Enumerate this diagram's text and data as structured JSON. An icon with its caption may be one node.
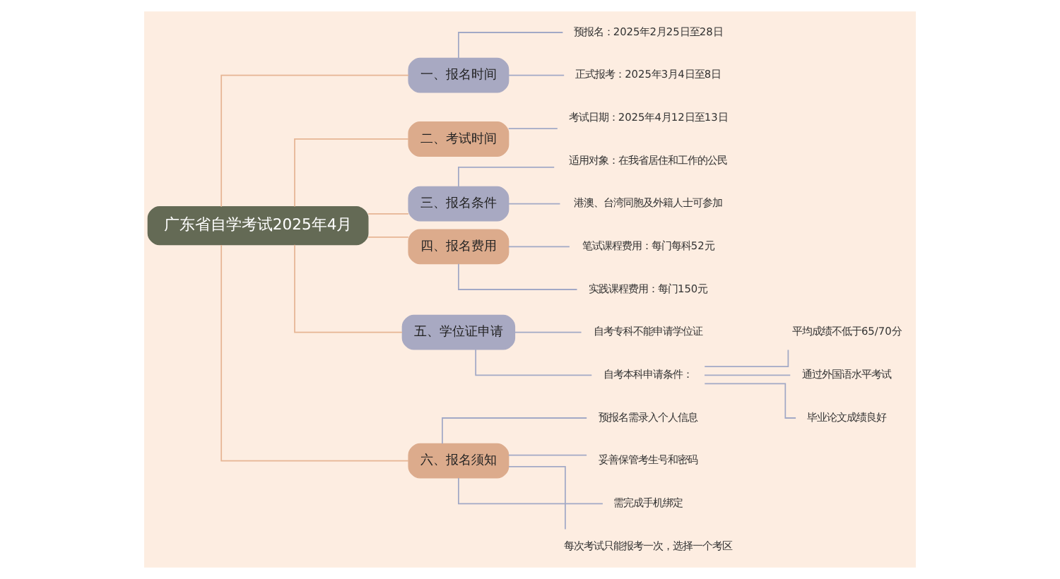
{
  "diagram": {
    "nodes": [
      {
        "text": [
          "广东省自学考试2025年4月"
        ]
      },
      {
        "text": [
          "一、报名时间"
        ]
      },
      {
        "text": [
          "预报名：2025年2月25日至28日"
        ]
      },
      {
        "text": [
          "正式报考：2025年3月4日至8日"
        ]
      },
      {
        "text": [
          "二、考试时间"
        ]
      },
      {
        "text": [
          "考试日期：2025年4月12日至13日"
        ]
      },
      {
        "text": [
          "三、报名条件"
        ]
      },
      {
        "text": [
          "适用对象：在我省居住和工作的公民"
        ]
      },
      {
        "text": [
          "港澳、台湾同胞及外籍人士可参加"
        ]
      },
      {
        "text": [
          "四、报名费用"
        ]
      },
      {
        "text": [
          "笔试课程费用：每门每科52元"
        ]
      },
      {
        "text": [
          "实践课程费用：每门150元"
        ]
      },
      {
        "text": [
          "五、学位证申请"
        ]
      },
      {
        "text": [
          "自考专科不能申请学位证"
        ]
      },
      {
        "text": [
          "自考本科申请条件："
        ]
      },
      {
        "text": [
          "平均成绩不低于65/70分"
        ]
      },
      {
        "text": [
          "通过外国语水平考试"
        ]
      },
      {
        "text": [
          "毕业论文成绩良好"
        ]
      },
      {
        "text": [
          "六、报名须知"
        ]
      },
      {
        "text": [
          "预报名需录入个人信息"
        ]
      },
      {
        "text": [
          "妥善保管考生号和密码"
        ]
      },
      {
        "text": [
          "需完成手机绑定"
        ]
      },
      {
        "text": [
          "每次考试只能报考一次，选择一个考区"
        ]
      }
    ],
    "edges": [
      {
        "from": 0,
        "to": 1,
        "arrow": "none",
        "color": "#e6b594"
      },
      {
        "from": 1,
        "to": 2,
        "arrow": "none"
      },
      {
        "from": 1,
        "to": 3,
        "arrow": "none"
      },
      {
        "from": 0,
        "to": 4,
        "arrow": "none",
        "color": "#e6b594"
      },
      {
        "from": 4,
        "to": 5,
        "arrow": "none"
      },
      {
        "from": 0,
        "to": 6,
        "arrow": "none",
        "color": "#e6b594"
      },
      {
        "from": 6,
        "to": 7,
        "arrow": "none"
      },
      {
        "from": 6,
        "to": 8,
        "arrow": "none"
      },
      {
        "from": 0,
        "to": 9,
        "arrow": "none",
        "color": "#e6b594"
      },
      {
        "from": 9,
        "to": 10,
        "arrow": "none"
      },
      {
        "from": 9,
        "to": 11,
        "arrow": "none"
      },
      {
        "from": 0,
        "to": 12,
        "arrow": "none",
        "color": "#e6b594"
      },
      {
        "from": 12,
        "to": 13,
        "arrow": "none"
      },
      {
        "from": 12,
        "to": 14,
        "arrow": "none"
      },
      {
        "from": 14,
        "to": 15,
        "arrow": "none"
      },
      {
        "from": 14,
        "to": 16,
        "arrow": "none"
      },
      {
        "from": 14,
        "to": 17,
        "arrow": "none"
      },
      {
        "from": 0,
        "to": 18,
        "arrow": "none",
        "color": "#e6b594"
      },
      {
        "from": 18,
        "to": 19,
        "arrow": "none"
      },
      {
        "from": 18,
        "to": 20,
        "arrow": "none"
      },
      {
        "from": 18,
        "to": 21,
        "arrow": "none"
      },
      {
        "from": 18,
        "to": 22,
        "arrow": "none"
      }
    ]
  }
}
